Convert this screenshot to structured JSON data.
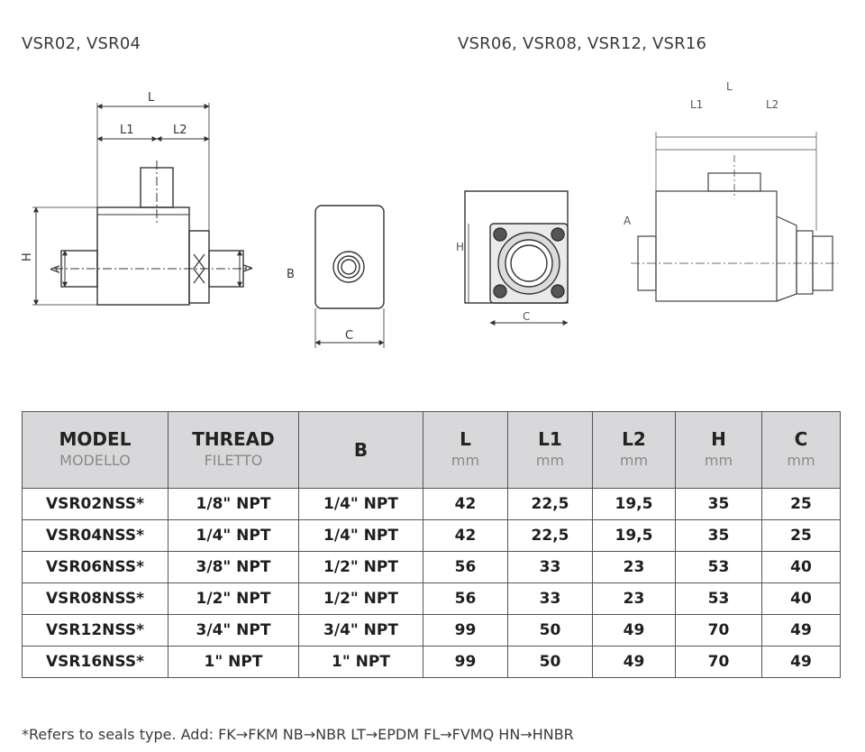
{
  "captions": {
    "left": "VSR02, VSR04",
    "right": "VSR06, VSR08, VSR12, VSR16"
  },
  "drawing_labels": {
    "L": "L",
    "L1": "L1",
    "L2": "L2",
    "H": "H",
    "A": "A",
    "B": "B",
    "C": "C"
  },
  "table": {
    "headers": [
      {
        "main": "MODEL",
        "sub": "MODELLO"
      },
      {
        "main": "THREAD",
        "sub": "FILETTO"
      },
      {
        "main": "B",
        "sub": ""
      },
      {
        "main": "L",
        "sub": "mm"
      },
      {
        "main": "L1",
        "sub": "mm"
      },
      {
        "main": "L2",
        "sub": "mm"
      },
      {
        "main": "H",
        "sub": "mm"
      },
      {
        "main": "C",
        "sub": "mm"
      }
    ],
    "rows": [
      [
        "VSR02NSS*",
        "1/8\" NPT",
        "1/4\" NPT",
        "42",
        "22,5",
        "19,5",
        "35",
        "25"
      ],
      [
        "VSR04NSS*",
        "1/4\" NPT",
        "1/4\" NPT",
        "42",
        "22,5",
        "19,5",
        "35",
        "25"
      ],
      [
        "VSR06NSS*",
        "3/8\" NPT",
        "1/2\" NPT",
        "56",
        "33",
        "23",
        "53",
        "40"
      ],
      [
        "VSR08NSS*",
        "1/2\" NPT",
        "1/2\" NPT",
        "56",
        "33",
        "23",
        "53",
        "40"
      ],
      [
        "VSR12NSS*",
        "3/4\" NPT",
        "3/4\" NPT",
        "99",
        "50",
        "49",
        "70",
        "49"
      ],
      [
        "VSR16NSS*",
        "1\" NPT",
        "1\" NPT",
        "99",
        "50",
        "49",
        "70",
        "49"
      ]
    ]
  },
  "footnote": "*Refers to seals type. Add: FK→FKM   NB→NBR   LT→EPDM   FL→FVMQ   HN→HNBR"
}
